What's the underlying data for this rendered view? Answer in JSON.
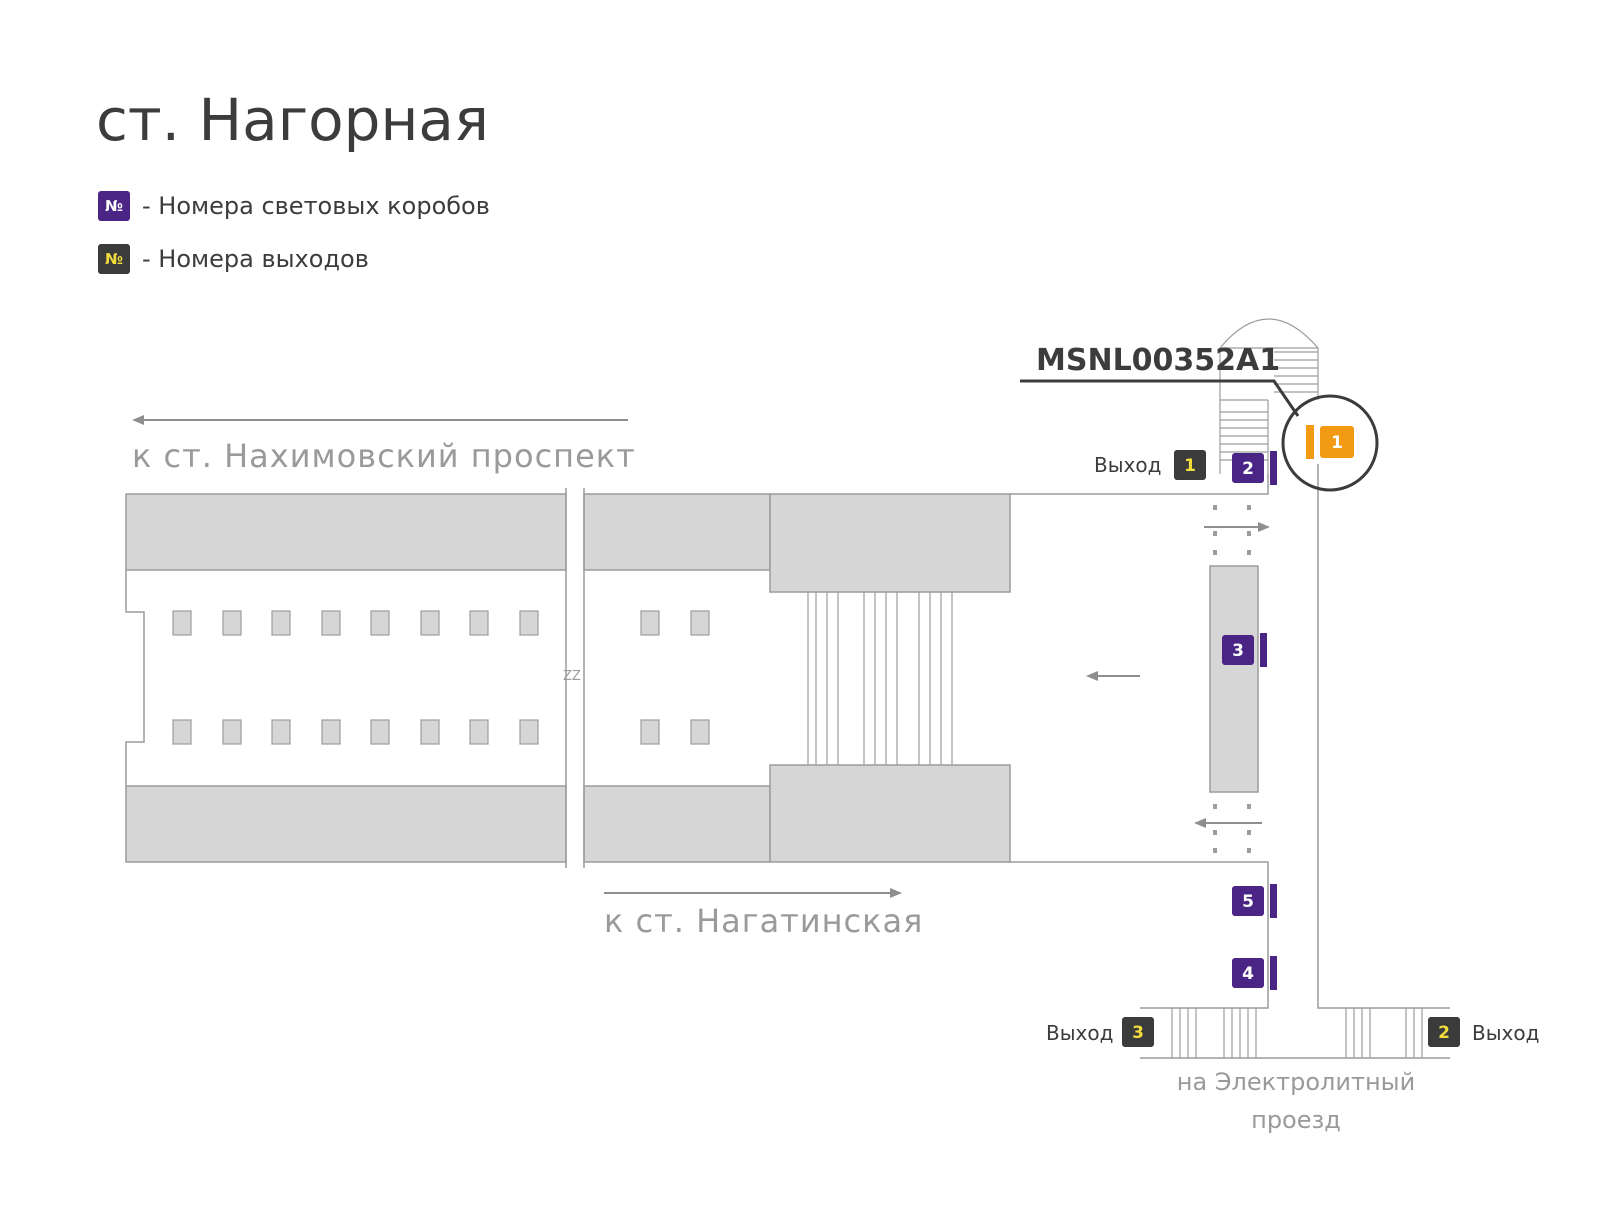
{
  "title": "ст. Нагорная",
  "legend": {
    "lightbox": {
      "symbol": "№",
      "text": "- Номера световых коробов"
    },
    "exits": {
      "symbol": "№",
      "text": "- Номера выходов"
    }
  },
  "directions": {
    "west": "к ст. Нахимовский проспект",
    "east": "к ст. Нагатинская"
  },
  "highlight": {
    "code": "MSNL00352A1",
    "box_number": "1"
  },
  "lightboxes": [
    "2",
    "3",
    "4",
    "5"
  ],
  "exits": {
    "exit1": {
      "label": "Выход",
      "number": "1"
    },
    "exit2": {
      "label": "Выход",
      "number": "2"
    },
    "exit3": {
      "label": "Выход",
      "number": "3"
    }
  },
  "street": {
    "line1": "на Электролитный",
    "line2": "проезд"
  },
  "break_mark": "ZZ",
  "colors": {
    "purple": "#4a2586",
    "orange": "#f29a12",
    "exit_dark": "#3b3b3b",
    "exit_yellow": "#f2dd3c",
    "wall_gray": "#d6d6d6"
  }
}
